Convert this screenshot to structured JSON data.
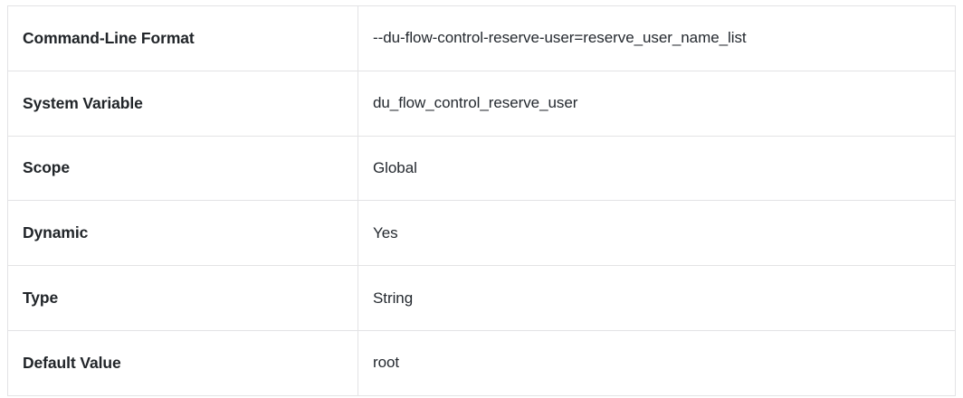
{
  "table": {
    "name": "system-variable-reference",
    "border_color": "#e3e3e5",
    "label_color": "#212529",
    "value_color": "#24292f",
    "background": "#ffffff",
    "rows": [
      {
        "label": "Command-Line Format",
        "value": "--du-flow-control-reserve-user=reserve_user_name_list"
      },
      {
        "label": "System Variable",
        "value": "du_flow_control_reserve_user"
      },
      {
        "label": "Scope",
        "value": "Global"
      },
      {
        "label": "Dynamic",
        "value": "Yes"
      },
      {
        "label": "Type",
        "value": "String"
      },
      {
        "label": "Default Value",
        "value": "root"
      }
    ]
  }
}
